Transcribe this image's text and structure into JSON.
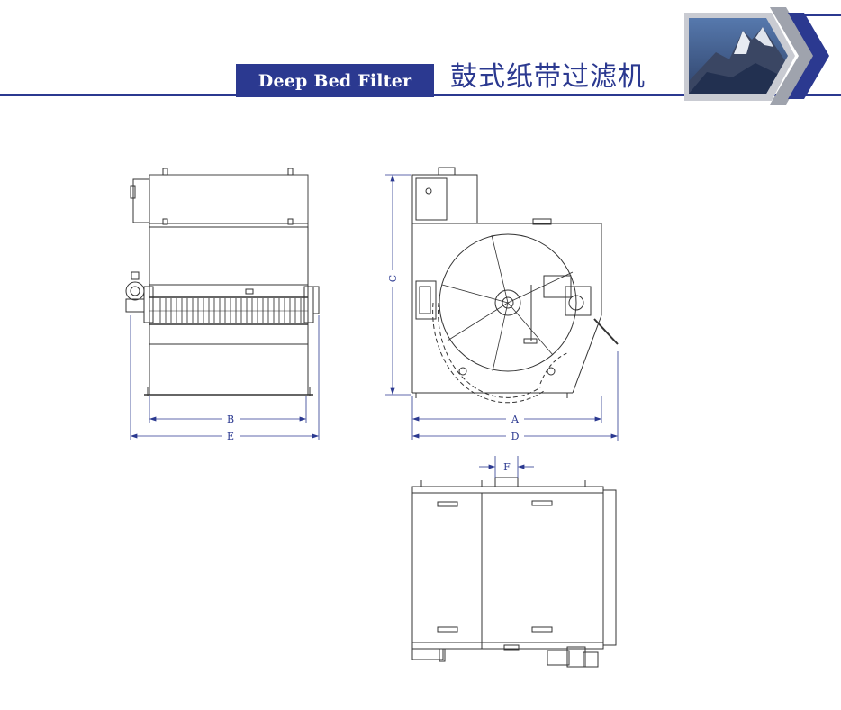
{
  "header": {
    "title_en": "Deep Bed Filter",
    "title_cn": "鼓式纸带过滤机",
    "badge_icon": "mountain-peak-icon",
    "accent_color": "#2b3990"
  },
  "dimensions": {
    "front_view": {
      "width_inner": "B",
      "width_outer": "E"
    },
    "side_view": {
      "height": "C",
      "width_inner": "A",
      "width_outer": "D"
    },
    "top_view": {
      "outlet_width": "F"
    }
  }
}
